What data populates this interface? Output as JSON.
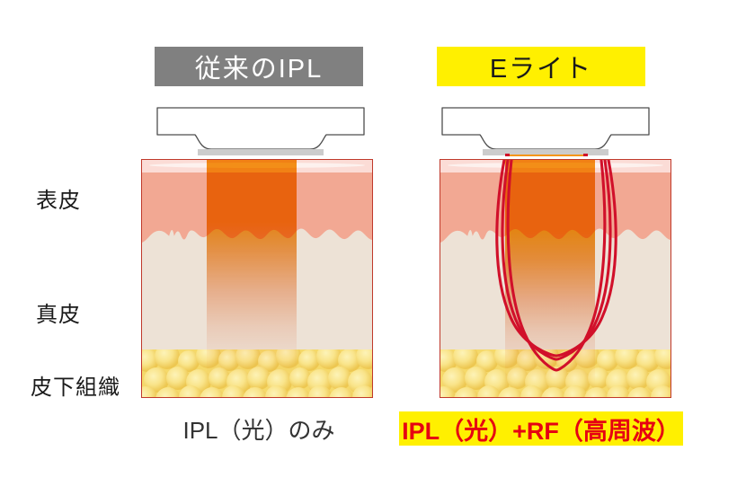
{
  "panels": {
    "left": {
      "header": "従来のIPL",
      "header_bg": "#808080",
      "header_color": "#ffffff",
      "caption": "IPL（光）のみ",
      "caption_color": "#333333"
    },
    "right": {
      "header": "Eライト",
      "header_bg": "#fff000",
      "header_color": "#1a1a1a",
      "caption": "IPL（光）+RF（高周波）",
      "caption_bg": "#fff000",
      "caption_color": "#e60012"
    }
  },
  "skin_layers": [
    {
      "id": "epidermis",
      "label": "表皮",
      "color": "#f2a893"
    },
    {
      "id": "dermis",
      "label": "真皮",
      "color": "#ede2d6"
    },
    {
      "id": "hypodermis",
      "label": "皮下組織",
      "color": "#f5d96a"
    }
  ],
  "icons": {
    "applicator": "applicator-head-icon",
    "light_beam": "light-beam-icon",
    "rf_field": "rf-field-curve-icon",
    "fat_cells": "fat-cell-cluster-icon"
  },
  "colors": {
    "beam_orange": "#f59619",
    "rf_red": "#d1102a",
    "skin_border": "#c0392b",
    "stratum": "#fbdcd6",
    "device_plate": "#cccccc",
    "highlight_yellow": "#fff000"
  }
}
